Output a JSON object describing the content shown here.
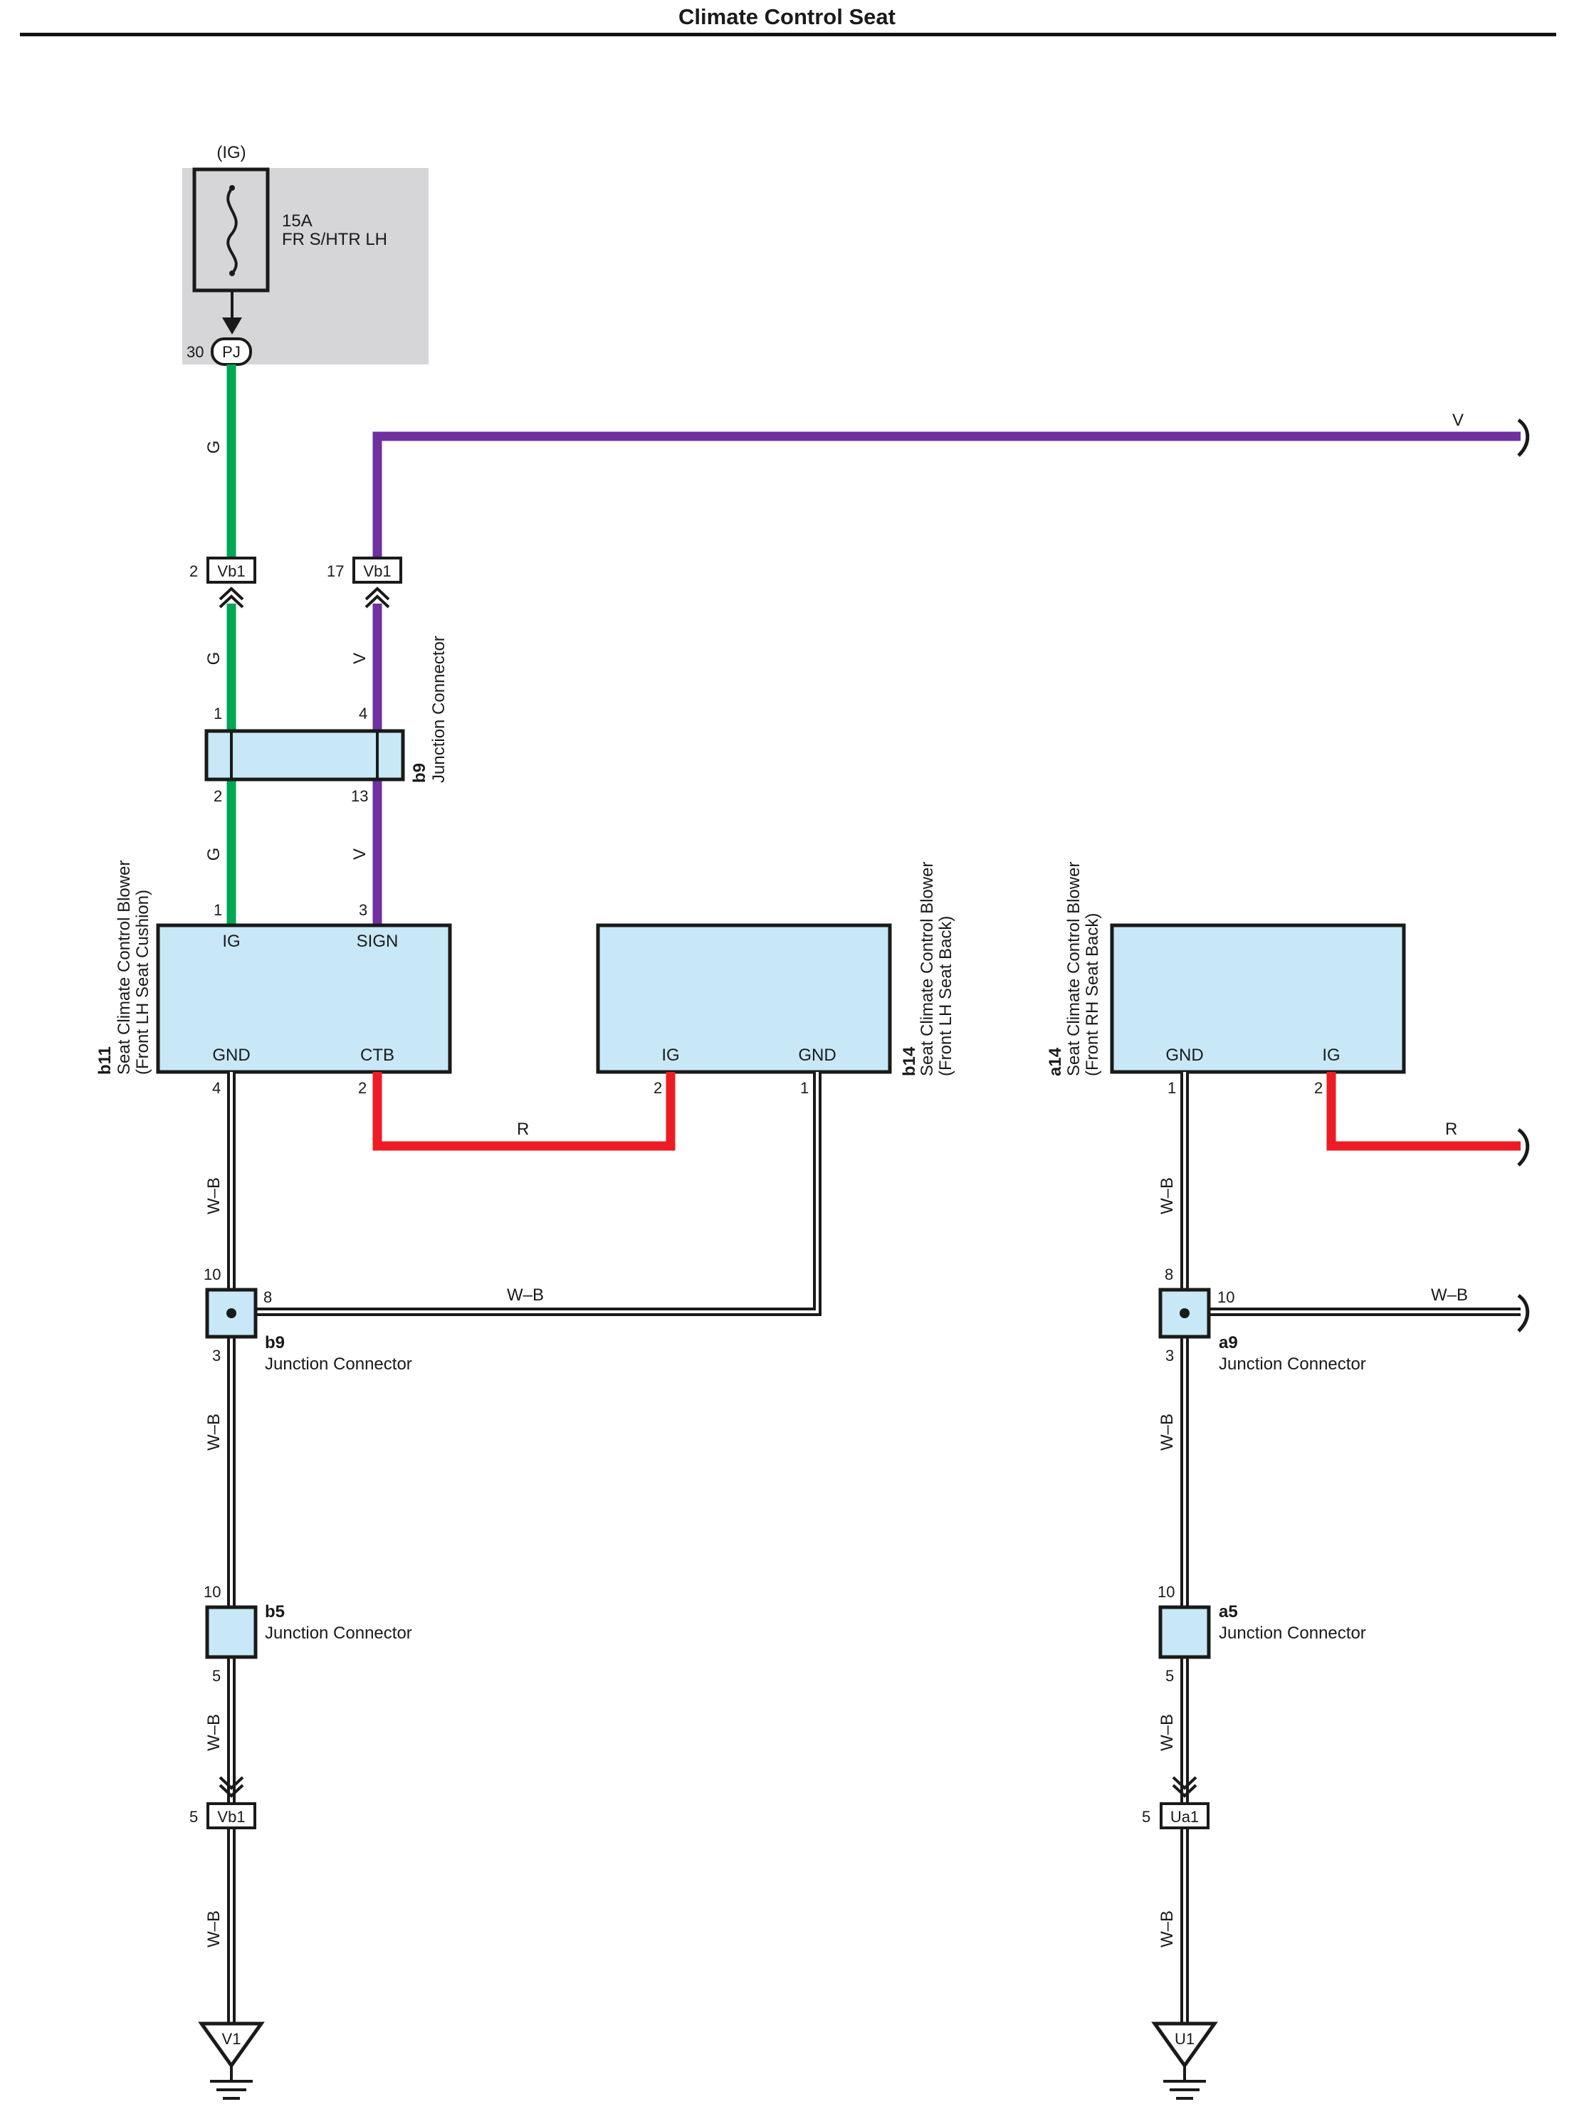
{
  "title": "Climate Control Seat",
  "colors": {
    "green_wire": "#00a651",
    "violet_wire": "#7030a0",
    "red_wire": "#ed1c24",
    "ground_wire": "#ffffff",
    "component_fill": "#c8e8f7",
    "fuse_box_fill": "#d6d6d8"
  },
  "fuse": {
    "source": "(IG)",
    "rating": "15A",
    "name": "FR S/HTR LH",
    "connector": "PJ",
    "pin": "30"
  },
  "inline_connectors": {
    "vb1_top_left": {
      "id": "Vb1",
      "pin": "2"
    },
    "vb1_top_right": {
      "id": "Vb1",
      "pin": "17"
    },
    "vb1_bottom": {
      "id": "Vb1",
      "pin": "5"
    },
    "ua1_bottom": {
      "id": "Ua1",
      "pin": "5"
    }
  },
  "junction_b9_top": {
    "id": "b9",
    "name": "Junction Connector",
    "pins": {
      "top_left": "1",
      "top_right": "4",
      "bottom_left": "2",
      "bottom_right": "13"
    }
  },
  "components": {
    "b11": {
      "id": "b11",
      "name": "Seat Climate Control Blower",
      "location": "(Front LH Seat Cushion)",
      "terminals": {
        "ig": "IG",
        "sign": "SIGN",
        "gnd": "GND",
        "ctb": "CTB"
      },
      "pins": {
        "ig": "1",
        "sign": "3",
        "gnd": "4",
        "ctb": "2"
      }
    },
    "b14": {
      "id": "b14",
      "name": "Seat Climate Control Blower",
      "location": "(Front LH Seat Back)",
      "terminals": {
        "ig": "IG",
        "gnd": "GND"
      },
      "pins": {
        "ig": "2",
        "gnd": "1"
      }
    },
    "a14": {
      "id": "a14",
      "name": "Seat Climate Control Blower",
      "location": "(Front RH Seat Back)",
      "terminals": {
        "gnd": "GND",
        "ig": "IG"
      },
      "pins": {
        "gnd": "1",
        "ig": "2"
      }
    }
  },
  "junctions": {
    "b9_splice": {
      "id": "b9",
      "name": "Junction Connector",
      "pins": {
        "top": "10",
        "right": "8",
        "bottom": "3"
      }
    },
    "a9_splice": {
      "id": "a9",
      "name": "Junction Connector",
      "pins": {
        "top": "8",
        "right": "10",
        "bottom": "3"
      }
    },
    "b5": {
      "id": "b5",
      "name": "Junction Connector",
      "pins": {
        "top": "10",
        "bottom": "5"
      }
    },
    "a5": {
      "id": "a5",
      "name": "Junction Connector",
      "pins": {
        "top": "10",
        "bottom": "5"
      }
    }
  },
  "grounds": {
    "left": "V1",
    "right": "U1"
  },
  "wire_labels": {
    "green": "G",
    "violet": "V",
    "red": "R",
    "ground": "W–B"
  }
}
